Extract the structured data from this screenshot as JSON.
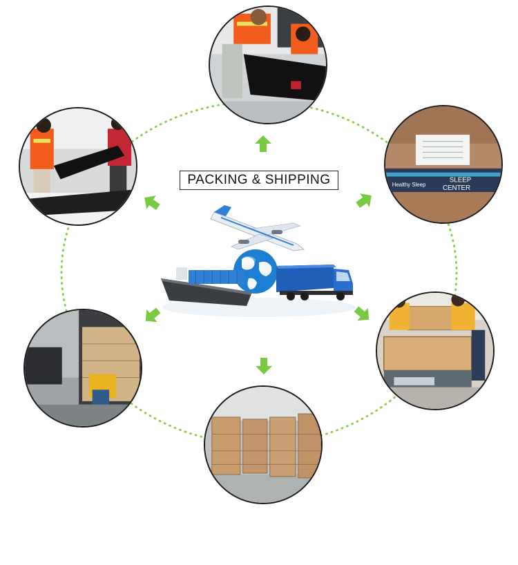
{
  "title": "PACKING & SHIPPING",
  "colors": {
    "accent": "#7ac943",
    "ring": "#8ccf4d",
    "frame": "#1a1a1a"
  },
  "photos": [
    {
      "name": "workers-lifting-panel",
      "signage": []
    },
    {
      "name": "label-healthy-sleep-center",
      "signage": [
        "Healthy Sleep",
        "SLEEP",
        "CENTER"
      ]
    },
    {
      "name": "workers-packing-carton",
      "signage": []
    },
    {
      "name": "warehouse-stacked-cartons",
      "signage": []
    },
    {
      "name": "loading-container",
      "signage": []
    },
    {
      "name": "workers-wrapping-panel",
      "signage": []
    }
  ],
  "icons": [
    "airplane-icon",
    "globe-icon",
    "cargo-ship-icon",
    "truck-icon",
    "arrow-up-icon",
    "arrow-right-up-icon",
    "arrow-right-down-icon",
    "arrow-down-icon",
    "arrow-left-down-icon",
    "arrow-left-up-icon"
  ]
}
